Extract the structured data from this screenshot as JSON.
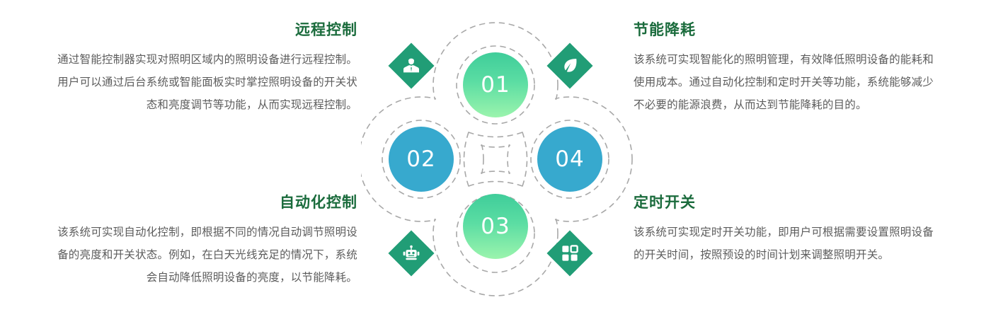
{
  "graphic": {
    "type": "four-step-circular-infographic",
    "subject": "智能照明控制系统功能",
    "accent_colors": {
      "heading_green": "#1a6b3c",
      "body_gray": "#5c5c5c",
      "diamond_green": "#219d76",
      "node_green_top": "#3fcd9a",
      "node_green_bottom": "#9bf4ad",
      "node_blue": "#37a9ce",
      "dash_gray": "#a8a8a8",
      "background": "#ffffff"
    }
  },
  "nodes": [
    {
      "id": "01",
      "number": "01",
      "style": "green",
      "position": "top"
    },
    {
      "id": "02",
      "number": "02",
      "style": "blue",
      "position": "left"
    },
    {
      "id": "03",
      "number": "03",
      "style": "green",
      "position": "bottom"
    },
    {
      "id": "04",
      "number": "04",
      "style": "blue",
      "position": "right"
    }
  ],
  "icons": [
    {
      "id": "dia-tl",
      "name": "user-tie-icon",
      "position": "top-left",
      "pairs_with": "01"
    },
    {
      "id": "dia-tr",
      "name": "leaf-icon",
      "position": "top-right",
      "pairs_with": "04"
    },
    {
      "id": "dia-bl",
      "name": "robot-icon",
      "position": "bottom-left",
      "pairs_with": "02"
    },
    {
      "id": "dia-br",
      "name": "grid-apps-icon",
      "position": "bottom-right",
      "pairs_with": "03"
    }
  ],
  "blocks": {
    "top_left": {
      "title": "远程控制",
      "body": "通过智能控制器实现对照明区域内的照明设备进行远程控制。用户可以通过后台系统或智能面板实时掌控照明设备的开关状态和亮度调节等功能，从而实现远程控制。",
      "align": "right",
      "linked_node": "01"
    },
    "top_right": {
      "title": "节能降耗",
      "body": "该系统可实现智能化的照明管理，有效降低照明设备的能耗和使用成本。通过自动化控制和定时开关等功能，系统能够减少不必要的能源浪费，从而达到节能降耗的目的。",
      "align": "left",
      "linked_node": "04"
    },
    "bottom_left": {
      "title": "自动化控制",
      "body": "该系统可实现自动化控制，即根据不同的情况自动调节照明设备的亮度和开关状态。例如，在白天光线充足的情况下，系统会自动降低照明设备的亮度，以节能降耗。",
      "align": "right",
      "linked_node": "02"
    },
    "bottom_right": {
      "title": "定时开关",
      "body": "该系统可实现定时开关功能，即用户可根据需要设置照明设备的开关时间，按照预设的时间计划来调整照明开关。",
      "align": "left",
      "linked_node": "03"
    }
  }
}
